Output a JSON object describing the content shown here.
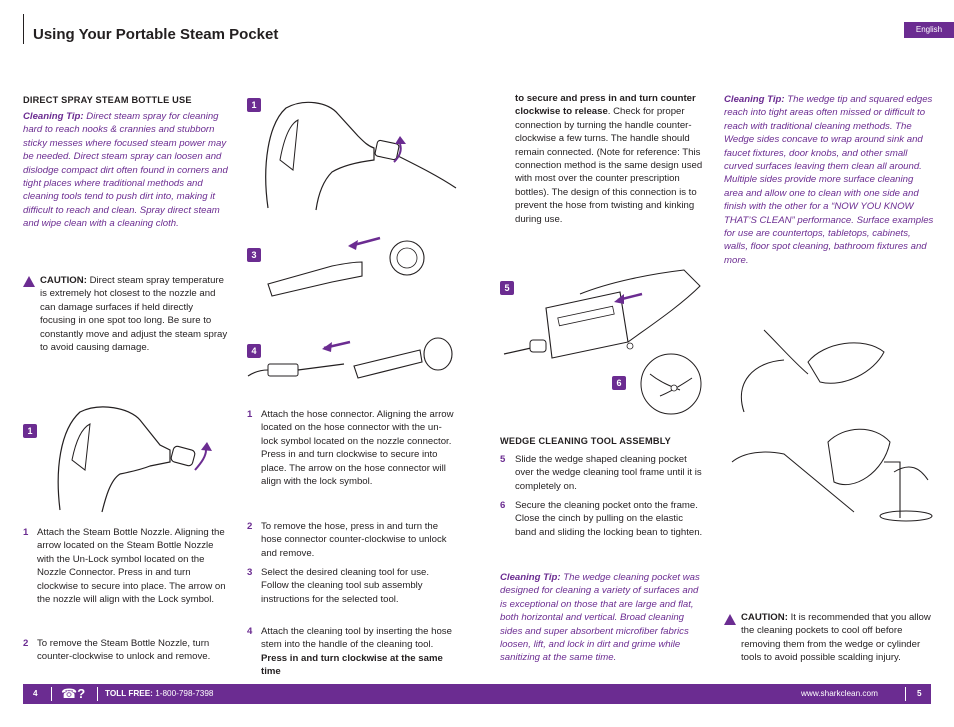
{
  "header": {
    "title": "Using Your Portable Steam Pocket",
    "language": "English"
  },
  "col1": {
    "heading": "DIRECT SPRAY STEAM BOTTLE USE",
    "tip_label": "Cleaning Tip:",
    "tip_text": "Direct steam spray for cleaning hard to reach nooks & crannies and stubborn sticky messes where focused steam power may be needed. Direct steam spray can loosen and dislodge compact dirt often found in corners and tight places where traditional methods and cleaning tools tend to push dirt into, making it difficult to reach and clean. Spray direct steam and wipe clean with a cleaning cloth.",
    "caution_label": "CAUTION:",
    "caution_text": "Direct steam spray temperature is extremely hot closest to the nozzle and can damage surfaces if held directly focusing in one spot too long. Be sure to constantly move and adjust the steam spray to avoid causing damage.",
    "figure_badge": "1",
    "steps": [
      {
        "num": "1",
        "text": "Attach the Steam Bottle Nozzle. Aligning the arrow located on the Steam Bottle Nozzle with the Un-Lock symbol located on the Nozzle Connector. Press in and turn clockwise to secure into place. The arrow on the nozzle will align with the Lock symbol."
      },
      {
        "num": "2",
        "text": "To remove the Steam Bottle Nozzle, turn counter-clockwise to unlock and remove."
      }
    ]
  },
  "col2": {
    "badges": [
      "1",
      "3",
      "4"
    ],
    "steps": [
      {
        "num": "1",
        "text": "Attach the hose connector. Aligning the arrow located on the hose connector with the un-lock symbol located on the nozzle connector. Press in and turn clockwise to secure into place. The arrow on the hose connector will align with the lock symbol."
      },
      {
        "num": "2",
        "text": "To remove the hose, press in and turn the hose connector counter-clockwise to unlock and remove."
      },
      {
        "num": "3",
        "text": "Select the desired cleaning tool for use. Follow the cleaning tool sub assembly instructions for the selected tool."
      },
      {
        "num": "4",
        "text": "Attach the cleaning tool by inserting the hose stem into the handle of the cleaning tool.",
        "bold": "Press in and turn clockwise at the same time"
      }
    ]
  },
  "col3": {
    "cont_bold": "to secure and  press in and turn counter clockwise to release",
    "cont_text": ". Check for proper connection by turning the handle counter-clockwise a few turns. The handle should remain connected. (Note for reference: This connection method is the same design used with most over the counter prescription bottles). The design of this connection is to prevent the hose from twisting and kinking during use.",
    "badges": [
      "5",
      "6"
    ],
    "heading": "WEDGE CLEANING TOOL ASSEMBLY",
    "steps": [
      {
        "num": "5",
        "text": "Slide the wedge shaped cleaning pocket over the wedge cleaning tool frame until it is completely on."
      },
      {
        "num": "6",
        "text": "Secure the cleaning pocket onto the frame. Close the cinch by pulling on the elastic band and sliding the locking bean to tighten."
      }
    ],
    "tip_label": "Cleaning Tip:",
    "tip_text": "The wedge cleaning pocket was designed for cleaning a variety of surfaces and is exceptional on those that are large and flat, both horizontal and vertical. Broad cleaning sides and super absorbent microfiber fabrics loosen, lift, and lock in dirt and grime while sanitizing at the same time."
  },
  "col4": {
    "tip_label": "Cleaning Tip:",
    "tip_text": "The wedge tip and squared edges reach into tight areas often missed or difficult to reach with traditional cleaning methods. The Wedge sides concave to wrap around sink and faucet fixtures, door knobs, and other small curved surfaces leaving them clean all around. Multiple sides provide more surface cleaning area and allow one to clean with one side and finish with the other for a “NOW YOU KNOW THAT’S CLEAN” performance. Surface examples for use are countertops, tabletops, cabinets, walls, floor spot cleaning, bathroom fixtures and more.",
    "caution_label": "CAUTION:",
    "caution_text": "It is recommended that you allow the cleaning pockets to cool off before removing them from the wedge or cylinder tools to avoid possible scalding injury."
  },
  "footer": {
    "page_left": "4",
    "phone_icon": "☎?",
    "toll_label": "TOLL FREE:",
    "toll_number": "1-800-798-7398",
    "website": "www.sharkclean.com",
    "page_right": "5"
  },
  "colors": {
    "accent": "#6b2c91",
    "text": "#231f20"
  }
}
